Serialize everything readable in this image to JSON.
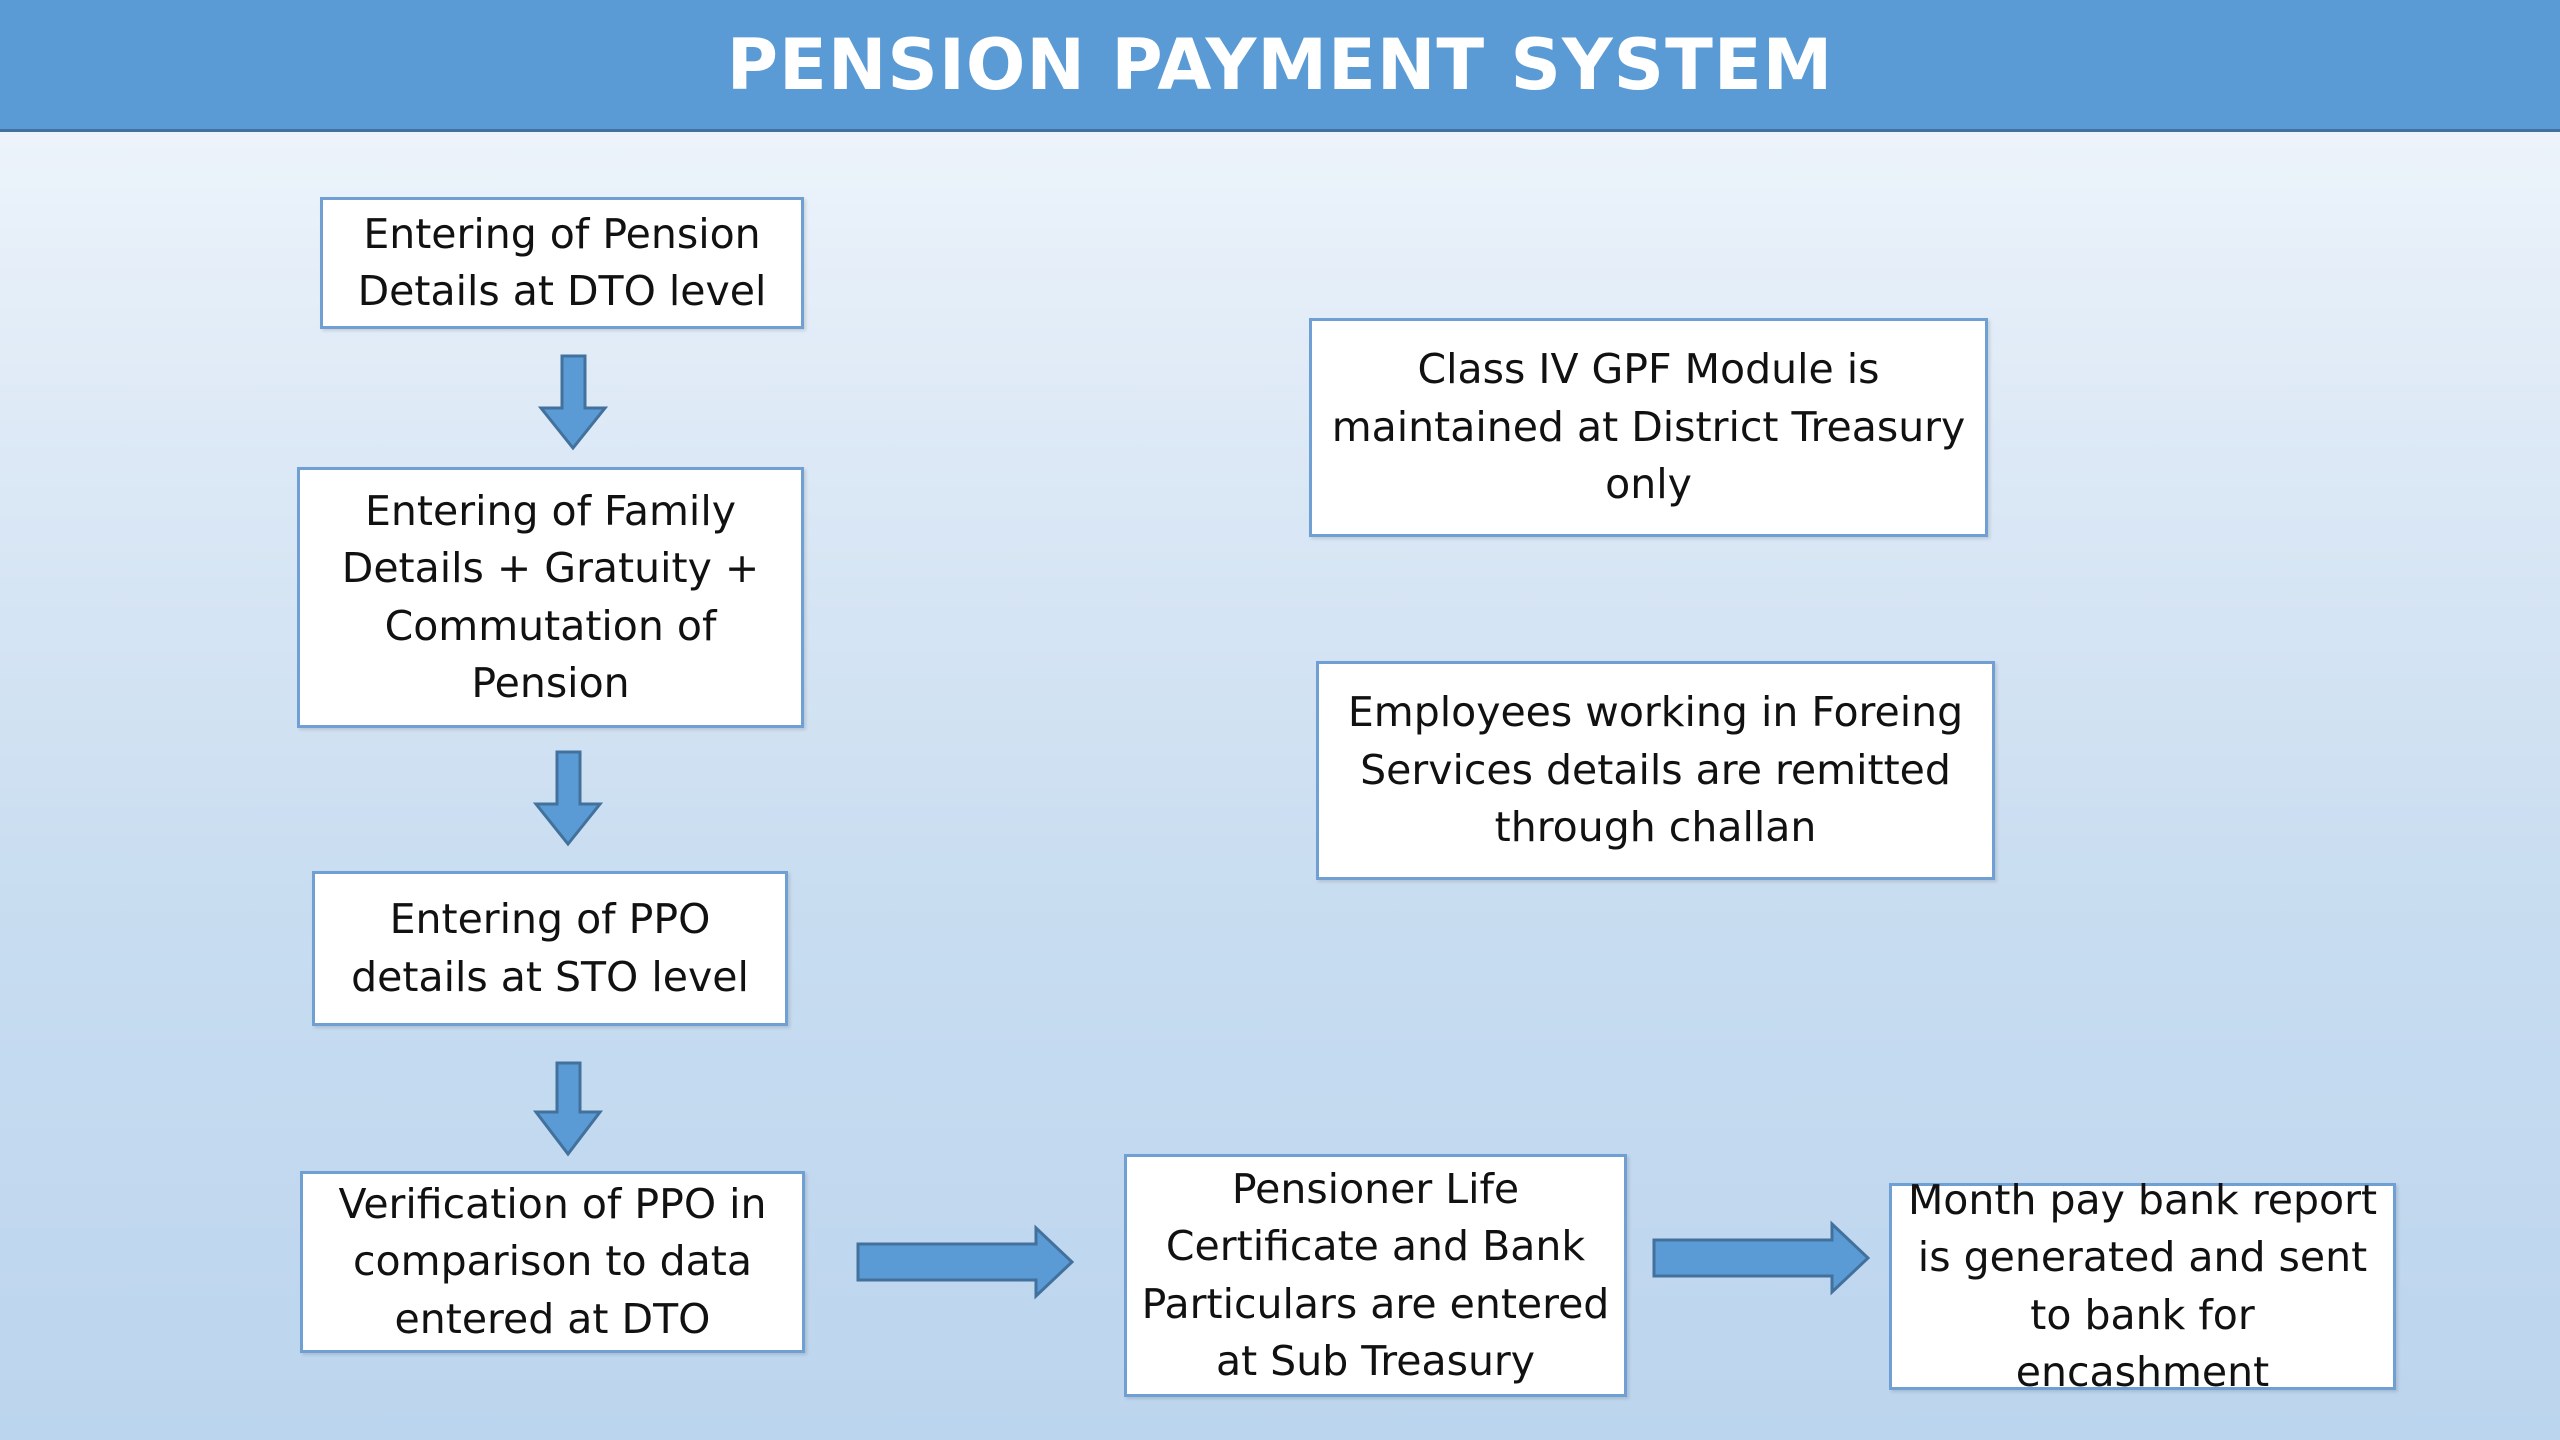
{
  "header": {
    "title": "PENSION PAYMENT SYSTEM"
  },
  "flow": {
    "step1": "Entering of Pension\nDetails at DTO level",
    "step2": "Entering of Family\nDetails + Gratuity +\nCommutation of\nPension",
    "step3": "Entering of PPO\ndetails at STO level",
    "step4": "Verification of PPO in\ncomparison to data\nentered at DTO",
    "step5": "Pensioner Life\nCertificate and Bank\nParticulars are entered\nat Sub Treasury",
    "step6": "Month pay bank report\nis generated and sent\nto bank for encashment"
  },
  "notes": {
    "gpf": "Class IV GPF Module is\nmaintained at District Treasury\nonly",
    "foreign": "Employees working in Foreing\nServices details are remitted\nthrough challan"
  },
  "colors": {
    "header": "#5b9bd5",
    "arrow": "#5b9bd5",
    "border": "#6f9fd3"
  }
}
